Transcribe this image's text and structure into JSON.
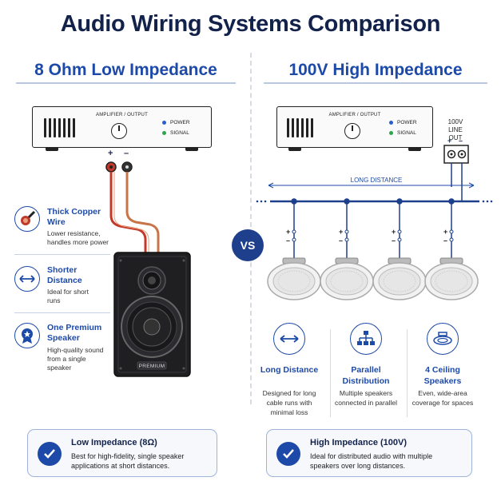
{
  "title": "Audio Wiring Systems Comparison",
  "left": {
    "heading": "8 Ohm Low Impedance",
    "amplifier_label": "AMPLIFIER / OUTPUT",
    "power_label": "POWER",
    "signal_label": "SIGNAL",
    "plus": "+",
    "minus": "–",
    "speaker_badge": "PREMIUM",
    "features": [
      {
        "title": "Thick Copper Wire",
        "desc": "Lower resistance, handles more power"
      },
      {
        "title": "Shorter Distance",
        "desc": "Ideal for short runs"
      },
      {
        "title": "One Premium Speaker",
        "desc": "High-quality sound from a single speaker"
      }
    ],
    "summary": {
      "title": "Low Impedance (8Ω)",
      "desc": "Best for high-fidelity, single speaker applications at short distances."
    }
  },
  "vs": "VS",
  "right": {
    "heading": "100V High Impedance",
    "amplifier_label": "AMPLIFIER / OUTPUT",
    "power_label": "POWER",
    "signal_label": "SIGNAL",
    "line_out_label": "100V LINE OUT",
    "plus": "+",
    "minus": "–",
    "distance_label": "LONG DISTANCE",
    "columns": [
      {
        "title": "Long Distance",
        "desc": "Designed for long cable runs with minimal loss"
      },
      {
        "title": "Parallel Distribution",
        "desc": "Multiple speakers connected in parallel"
      },
      {
        "title": "4 Ceiling Speakers",
        "desc": "Even, wide-area coverage for spaces"
      }
    ],
    "summary": {
      "title": "High Impedance (100V)",
      "desc": "Ideal for distributed audio with multiple speakers over long distances."
    }
  },
  "colors": {
    "accent": "#1d4aa8",
    "navy": "#13224a",
    "power_led": "#2a5fd0",
    "signal_led": "#2aa84a",
    "wire_red": "#c0392b",
    "copper": "#c8744a"
  }
}
